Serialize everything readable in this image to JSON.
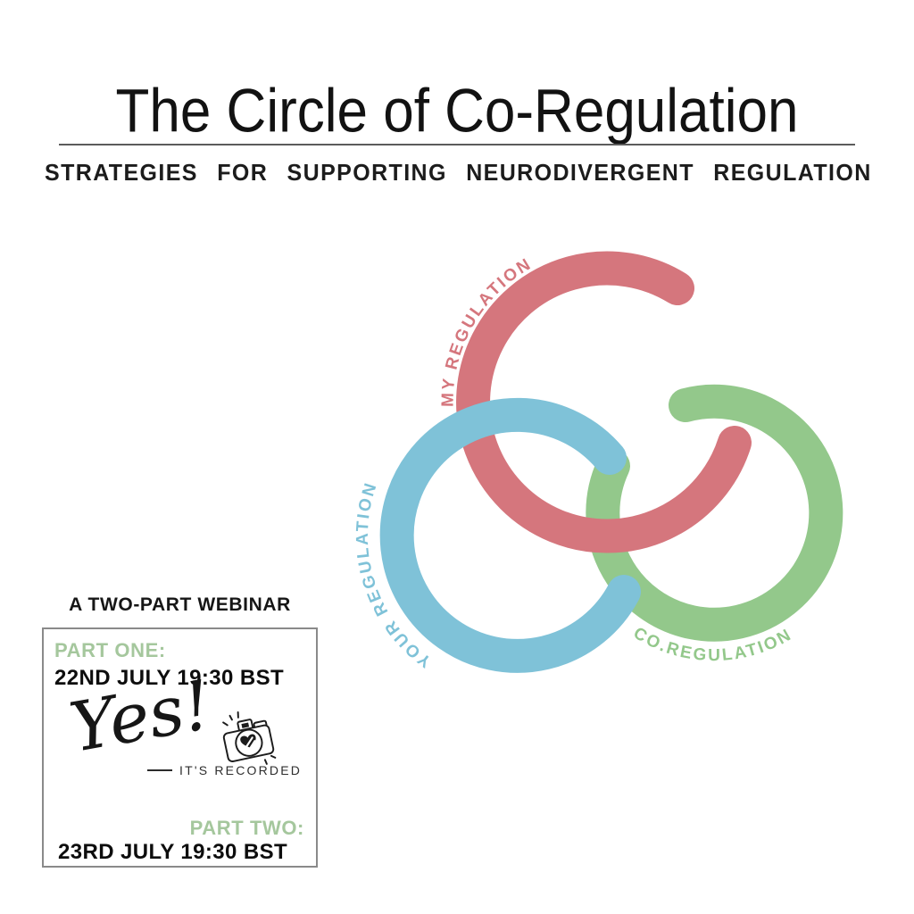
{
  "poster": {
    "title": "The Circle of Co-Regulation",
    "subtitle": "STRATEGIES FOR SUPPORTING NEURODIVERGENT REGULATION"
  },
  "diagram": {
    "circles": [
      {
        "id": "my",
        "label": "MY REGULATION",
        "color": "#d5767d"
      },
      {
        "id": "your",
        "label": "YOUR REGULATION",
        "color": "#7fc2d8"
      },
      {
        "id": "co",
        "label": "CO.REGULATION",
        "color": "#93c88b"
      }
    ]
  },
  "webinar": {
    "heading": "A TWO-PART WEBINAR",
    "accent_color": "#a5c79d",
    "parts": [
      {
        "label": "PART ONE:",
        "datetime": "22ND JULY 19:30 BST"
      },
      {
        "label": "PART TWO:",
        "datetime": "23RD JULY 19:30 BST"
      }
    ],
    "recorded": {
      "script": "Yes!",
      "note": "IT'S RECORDED",
      "icon": "camera-heart-icon"
    }
  }
}
